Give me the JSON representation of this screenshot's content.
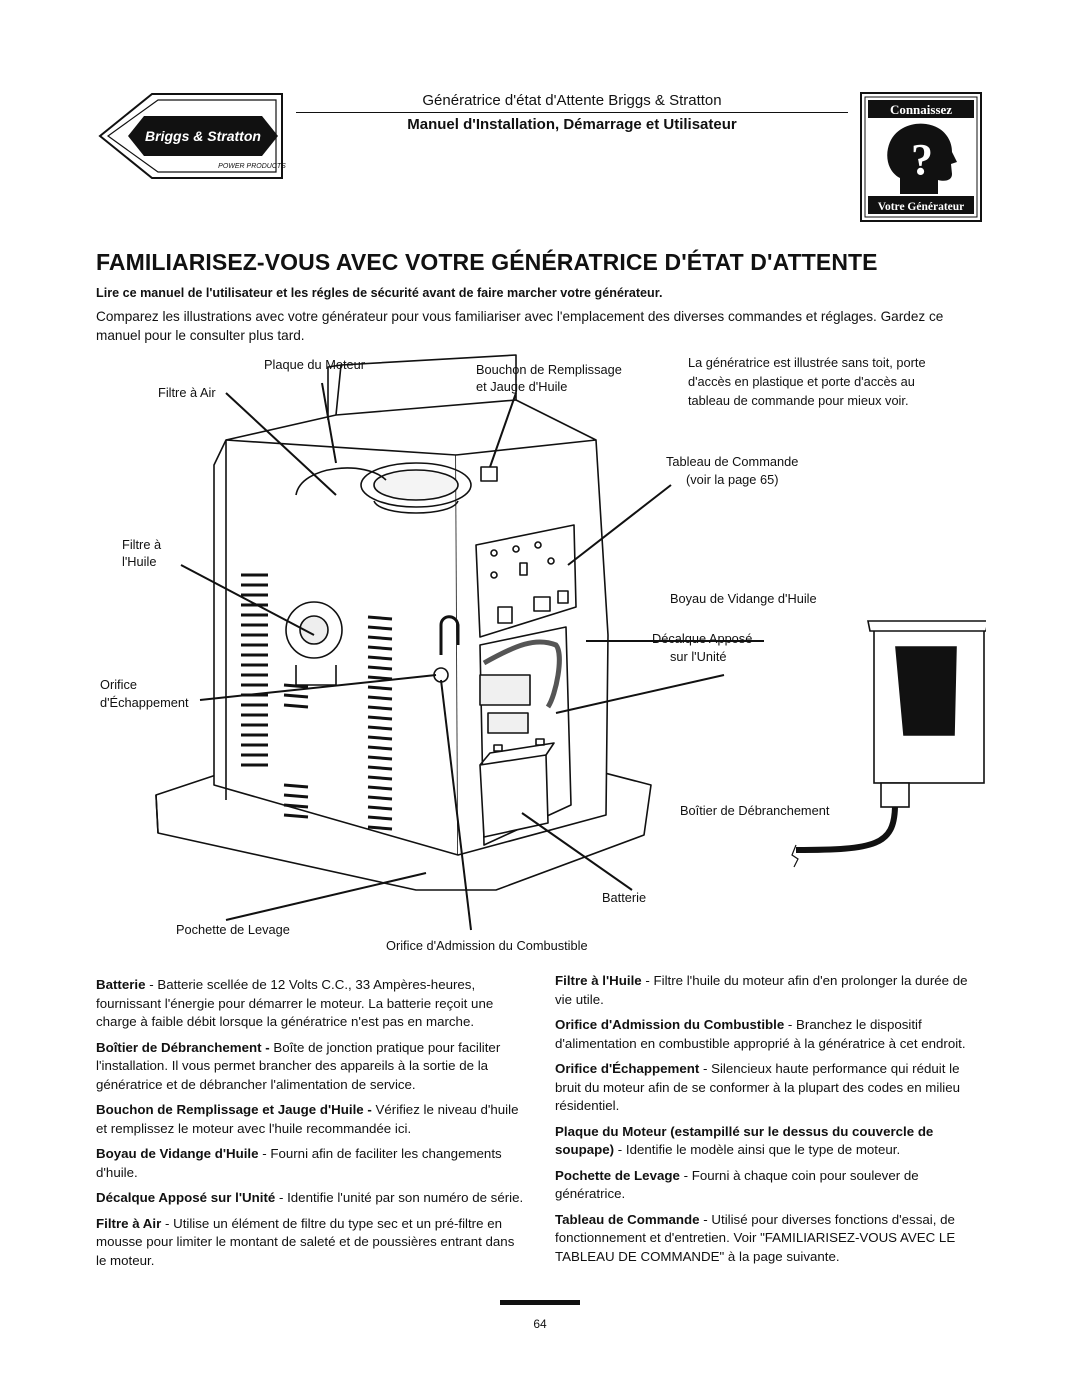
{
  "header": {
    "logo_brand": "Briggs & Stratton",
    "logo_sub": "POWER PRODUCTS",
    "subtitle": "Génératrice d'état d'Attente Briggs & Stratton",
    "title": "Manuel d'Installation, Démarrage et Utilisateur",
    "badge_top": "Connaissez",
    "badge_bottom": "Votre Générateur"
  },
  "main_title": "FAMILIARISEZ-VOUS AVEC VOTRE GÉNÉRATRICE D'ÉTAT D'ATTENTE",
  "warning": "Lire ce manuel de l'utilisateur et les régles de sécurité avant de faire marcher votre générateur.",
  "intro": "Comparez les illustrations avec votre générateur pour vous familiariser avec l'emplacement des diverses commandes et réglages. Gardez ce manuel pour le consulter plus tard.",
  "diagram": {
    "note": [
      "La génératrice est illustrée sans toit, porte",
      "d'accès en plastique et porte d'accès au",
      "tableau de commande pour mieux voir."
    ],
    "labels": {
      "plaque": "Plaque du Moteur",
      "filtre_air": "Filtre à Air",
      "bouchon": [
        "Bouchon de Remplissage",
        "et Jauge d'Huile"
      ],
      "tableau": [
        "Tableau de Commande",
        "(voir la page 65)"
      ],
      "filtre_huile": [
        "Filtre à",
        "l'Huile"
      ],
      "boyau": "Boyau de Vidange d'Huile",
      "decalque": [
        "Décalque Apposé",
        "sur l'Unité"
      ],
      "orifice_echap": [
        "Orifice",
        "d'Échappement"
      ],
      "boitier": "Boîtier de Débranchement",
      "batterie": "Batterie",
      "pochette": "Pochette de Levage",
      "orifice_admission": "Orifice d'Admission du Combustible"
    }
  },
  "descriptions_left": [
    {
      "term": "Batterie",
      "text": " - Batterie scellée de 12 Volts C.C., 33 Ampères-heures, fournissant l'énergie pour démarrer le moteur. La batterie reçoit une charge à faible débit lorsque la génératrice n'est pas en marche."
    },
    {
      "term": "Boîtier de Débranchement -",
      "text": " Boîte de jonction pratique pour faciliter l'installation. Il vous permet brancher des appareils à la sortie de la génératrice et de débrancher l'alimentation de service."
    },
    {
      "term": "Bouchon de Remplissage et Jauge d'Huile -",
      "text": " Vérifiez le niveau d'huile et remplissez le moteur avec l'huile recommandée ici."
    },
    {
      "term": "Boyau de Vidange d'Huile",
      "text": " - Fourni afin de faciliter les changements d'huile."
    },
    {
      "term": "Décalque Apposé sur l'Unité",
      "text": " - Identifie l'unité par son numéro de série."
    },
    {
      "term": "Filtre à Air",
      "text": " - Utilise un élément de filtre du type sec et un pré-filtre en mousse pour limiter le montant de saleté et de poussières entrant dans le moteur."
    }
  ],
  "descriptions_right": [
    {
      "term": "Filtre à l'Huile",
      "text": " - Filtre l'huile du moteur afin d'en prolonger la durée de vie utile."
    },
    {
      "term": "Orifice d'Admission du Combustible",
      "text": " - Branchez le dispositif d'alimentation en combustible approprié à la génératrice à cet endroit."
    },
    {
      "term": "Orifice d'Échappement",
      "text": " - Silencieux haute performance qui réduit le bruit du moteur afin de se conformer à la plupart des codes en milieu résidentiel."
    },
    {
      "term": "Plaque du Moteur (estampillé sur le dessus du couvercle de soupape)",
      "text": " - Identifie le modèle ainsi que le type de moteur."
    },
    {
      "term": "Pochette de Levage",
      "text": " - Fourni à chaque coin pour soulever de génératrice."
    },
    {
      "term": "Tableau de Commande",
      "text": " - Utilisé pour diverses fonctions d'essai, de fonctionnement et d'entretien. Voir \"FAMILIARISEZ-VOUS AVEC LE TABLEAU DE COMMANDE\" à la page suivante."
    }
  ],
  "page_number": "64"
}
